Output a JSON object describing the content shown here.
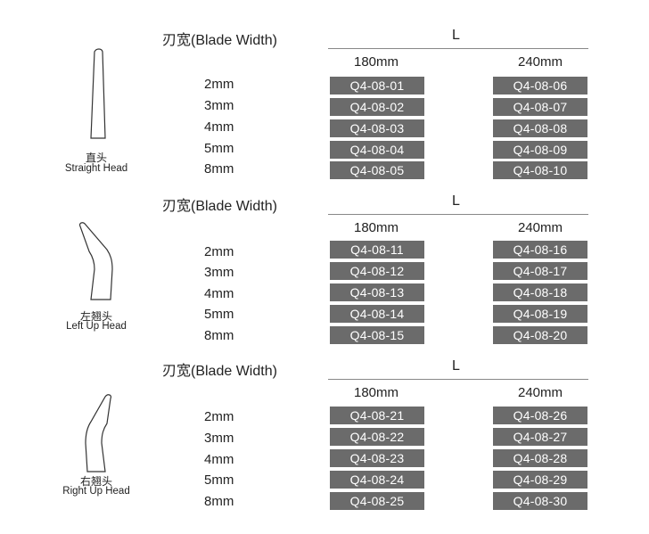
{
  "blade_header": "刃宽(Blade Width)",
  "length_header": "L",
  "length_columns": [
    "180mm",
    "240mm"
  ],
  "sections": [
    {
      "head_cn": "直头",
      "head_en": "Straight Head",
      "icon": "straight-head-icon",
      "rows": [
        {
          "size": "2mm",
          "c180": "Q4-08-01",
          "c240": "Q4-08-06"
        },
        {
          "size": "3mm",
          "c180": "Q4-08-02",
          "c240": "Q4-08-07"
        },
        {
          "size": "4mm",
          "c180": "Q4-08-03",
          "c240": "Q4-08-08"
        },
        {
          "size": "5mm",
          "c180": "Q4-08-04",
          "c240": "Q4-08-09"
        },
        {
          "size": "8mm",
          "c180": "Q4-08-05",
          "c240": "Q4-08-10"
        }
      ]
    },
    {
      "head_cn": "左翘头",
      "head_en": "Left Up Head",
      "icon": "left-up-head-icon",
      "rows": [
        {
          "size": "2mm",
          "c180": "Q4-08-11",
          "c240": "Q4-08-16"
        },
        {
          "size": "3mm",
          "c180": "Q4-08-12",
          "c240": "Q4-08-17"
        },
        {
          "size": "4mm",
          "c180": "Q4-08-13",
          "c240": "Q4-08-18"
        },
        {
          "size": "5mm",
          "c180": "Q4-08-14",
          "c240": "Q4-08-19"
        },
        {
          "size": "8mm",
          "c180": "Q4-08-15",
          "c240": "Q4-08-20"
        }
      ]
    },
    {
      "head_cn": "右翘头",
      "head_en": "Right Up Head",
      "icon": "right-up-head-icon",
      "rows": [
        {
          "size": "2mm",
          "c180": "Q4-08-21",
          "c240": "Q4-08-26"
        },
        {
          "size": "3mm",
          "c180": "Q4-08-22",
          "c240": "Q4-08-27"
        },
        {
          "size": "4mm",
          "c180": "Q4-08-23",
          "c240": "Q4-08-28"
        },
        {
          "size": "5mm",
          "c180": "Q4-08-24",
          "c240": "Q4-08-29"
        },
        {
          "size": "8mm",
          "c180": "Q4-08-25",
          "c240": "Q4-08-30"
        }
      ]
    }
  ],
  "colors": {
    "code_bg": "#6b6b6b",
    "code_text": "#ffffff",
    "rule": "#888888",
    "text": "#222222"
  }
}
